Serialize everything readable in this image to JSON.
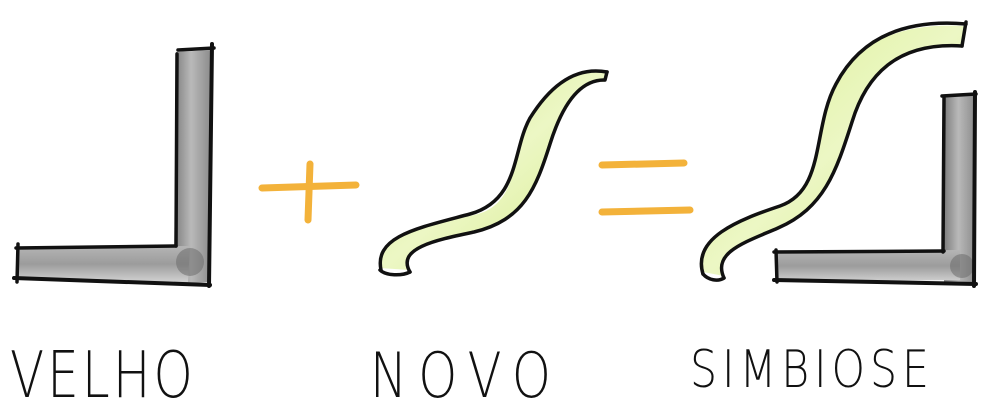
{
  "labels": {
    "old": "VELHO",
    "new": "NOVO",
    "symbiosis": "SIMBIOSE"
  },
  "operators": {
    "plus": "+",
    "equals": "="
  },
  "colors": {
    "gray_fill": "#9a9a9a",
    "gray_light": "#cfcfcf",
    "ribbon_fill": "#e2f3b0",
    "ribbon_light": "#f5fbe2",
    "operator": "#f3b23a",
    "ink": "#111111",
    "background": "#ffffff"
  },
  "icons": [
    "l-shaped-bar-icon",
    "s-ribbon-icon"
  ]
}
